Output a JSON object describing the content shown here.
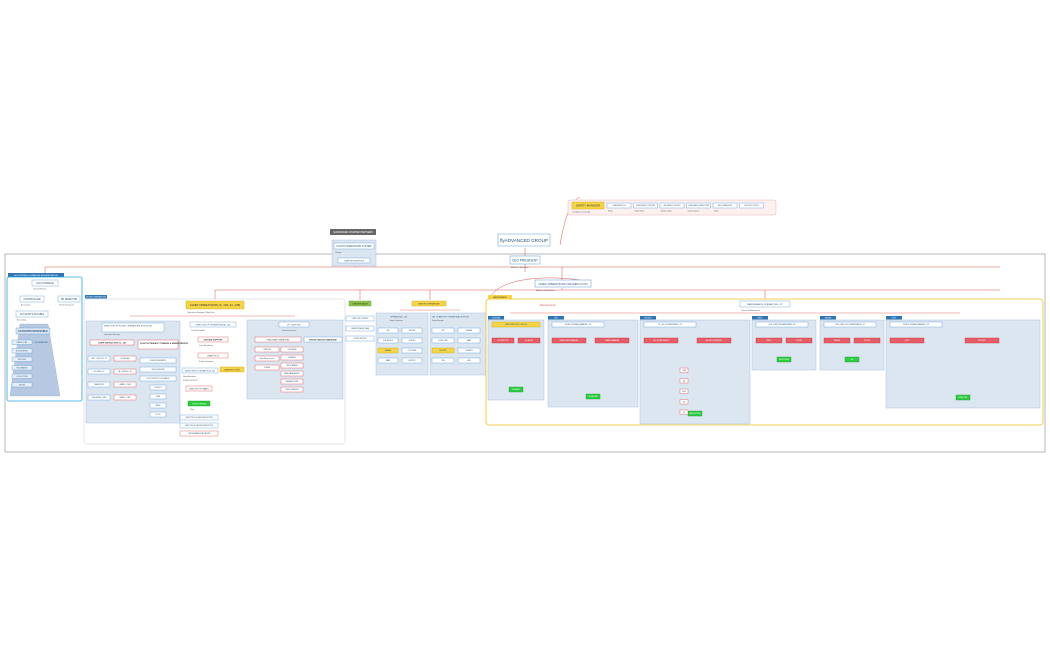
{
  "root": {
    "logo": "flyADVANCED GROUP",
    "ceo": "CEO PRESIDENT",
    "ceo_sub": "Board of Directors",
    "coo": "CHIEF OPERATIONS OFFICER (COO)",
    "coo_sub": "Adjunct Operations"
  },
  "safety": {
    "header": "SAFETY MANAGER",
    "header_sub": "Compliance & Quality",
    "items": [
      {
        "label": "CAA INSPECTOR",
        "sub": "Safety"
      },
      {
        "label": "CREW SAFETY OFFICER",
        "sub": "Safety Officer"
      },
      {
        "label": "AIR SAFETY OFFICER",
        "sub": "Auditor Quality"
      },
      {
        "label": "COMPLIANCE INSPECTORS",
        "sub": "Quality Inspector"
      },
      {
        "label": "ERP OPERATIONS",
        "sub": "Safety"
      },
      {
        "label": "SECURITY OFFICE",
        "sub": ""
      }
    ]
  },
  "charter": {
    "tag": "flyADVANCED CHARTER PARTNERS",
    "title": "FLIGHT OPERATIONS SYSTEM",
    "sub": "Charter",
    "item": "CHARTER SERVICES"
  },
  "finance": {
    "tag": "ACCOUNTING & FINANCIAL ADMINISTRATION",
    "cfo": "CFO FINANCE",
    "cfo_sub": "Chief of Finance",
    "controller": "CONTROLLER",
    "controller_sub": "Accounting",
    "hr": "HR DIRECTOR",
    "hr_sub": "Human Resources",
    "payable": "ACCOUNTS PAYABLE",
    "payable_sub": "Accounting",
    "receivable": "ACCOUNTS RECEIVABLE",
    "list": [
      "PAYROLL TAX",
      "BOOKKEEPING",
      "INVOICING",
      "RECEIVABLES",
      "COLLECTIONS",
      "BILLING"
    ],
    "list_right": "OCCUPATIONS"
  },
  "flight_ops": {
    "tag": "FLIGHT OPERATIONS",
    "title": "CHIEF OPERATIONS (A, 145, 91, 135)",
    "title_sub": "Operations Manager / Flight Ops",
    "director": "DIRECTOR OF FLIGHT OPERATIONS FOR 91/135",
    "director_sub": "Operations Manager",
    "chief_pilot": "CHIEF INSTRUCTOR / A - 145",
    "flight_attendant": "FLIGHT ATTENDANT / TRAINING & ADMINISTRATION",
    "pilot_list": [
      "CAPT. - JUNIOR FO - CF",
      "GLOBAL MAN",
      "2nd JUNIOR - CF",
      "CA - JUNIOR FO - FO",
      "CHARTER SUP",
      "LEARJET - CHIEF",
      "CHALLENGER - CHIEF",
      "LEARJET - CAPT"
    ],
    "dispatch_list": [
      "SCHEDULING/DISPATCH",
      "CREW SCHEDULER",
      "FLIGHT SUPPORT COORDINATOR",
      "LOGISTICS",
      "CREW",
      "ADMIN",
      "PILOTS"
    ],
    "col2": {
      "director": "DIRECTOR OF OPERATIONS (A, 135)",
      "director_sub": "Certificate Holder",
      "ground": "GROUND SUPPORT",
      "ground_sub": "Crew Scheduling",
      "chief_ground": "CHIEF PILOT",
      "chief_ground_sub": "Safety Operations",
      "catering": "CATERING & FUEL",
      "cabin": "CABIN CREW COORDINATOR (A, 135)",
      "cabin_sub": "Flight Attendants",
      "flight_support": "FLIGHT SUPPORT",
      "travel": "DIRECTOR OF TRAVEL",
      "green": "FLIGHT CREWS",
      "green_sub": "Pilots",
      "bottom": [
        "DIRECTOR OF FLIGHT INSTRUCTORS",
        "DIRECTOR OF GROUND INSTRUCTION",
        "CHECK AIRMAN / EVALUATORS"
      ]
    },
    "col3": {
      "title": "VP - SUPPORT",
      "title_sub": "Ground Operations",
      "left_head": "FIXED BASE OPERATIONS",
      "right_head": "GROUND HANDLING MANAGEMENT",
      "left_items": [
        "CREW HR",
        "Flight Safety Services",
        "LOUNGE"
      ],
      "right_items": [
        "CONCIERGE",
        "CATERING",
        "TRIP PLANNING",
        "RAMP MANAGEMENT",
        "HANGAR ROOMS",
        "CLIENT SERVICES"
      ]
    }
  },
  "charter_sales": {
    "tag": "CHARTER SALES",
    "items": [
      "DIRECTOR OF SALES",
      "CHARTER SALES TEAM",
      "CLIENT SERVICE"
    ]
  },
  "airport_ops": {
    "tag": "AIRPORT OPERATIONS",
    "box1_title": "OPERATIONS - 145",
    "box1_sub": "Airport Operations",
    "box2_title": "DIR. OF AIRPORT OPERATIONAL SUPPORT",
    "box2_sub": "Station Manager",
    "b1_items": [
      "FBO",
      "GROUND",
      "LINE SERVICE",
      "FUELING",
      "HANGAR",
      "CUSTOMER",
      "RAMP",
      "SUPPORT"
    ],
    "b2_items": [
      "FBO",
      "HANGAR",
      "FLIGHT LINE",
      "RAMP",
      "SECURITY",
      "DISPATCH",
      "LINE",
      "FUEL"
    ]
  },
  "maintenance": {
    "tag": "MAINTENANCE",
    "title": "MAINTENANCE OPERATIONS - VP",
    "title_sub": "Director of Maintenance",
    "curve_label": "Recurrent Link",
    "depts": [
      {
        "tag": "145 REPAIR",
        "title": "CHIEF INSPECTOR / DOM (145)",
        "red": "QC INSPECTOR",
        "red2": "QA / AUDITS",
        "green": "MECHANICS"
      },
      {
        "tag": "MRO",
        "title": "DIR. ACCOUNTABLE MANAGER - 145",
        "red": "REPAIR STATION MANAGER",
        "red2": "TRAINING MANAGER",
        "green": "TECHNICIANS"
      },
      {
        "tag": "AVIONICS",
        "title": "VP - DIR. OF MAINTENANCE - 91",
        "red": "DIR. OF MAINTENANCE",
        "red2": "AVIONICS SUPERVISOR",
        "green": "AVIONICS TECHS"
      },
      {
        "tag": "PARTS",
        "title": "DOM - DIRECTOR MAINTENANCE 135",
        "red": "PARTS",
        "red2": "STORES",
        "green": "PARTS CLERKS"
      },
      {
        "tag": "HANGAR",
        "title": "DOM - DIRECTOR OF MAINTENANCE - 91",
        "red": "HANGAR",
        "red2": "TOOLING",
        "green": "A&P"
      },
      {
        "tag": "FLEET",
        "title": "DIR. ACCOUNTABLE MANAGER - 135",
        "red": "FLEET",
        "red2": "RECORDS",
        "green": "INSPECTORS"
      }
    ],
    "small_items": [
      "JOBS",
      "QA",
      "AOG",
      "WO",
      "QC"
    ]
  }
}
